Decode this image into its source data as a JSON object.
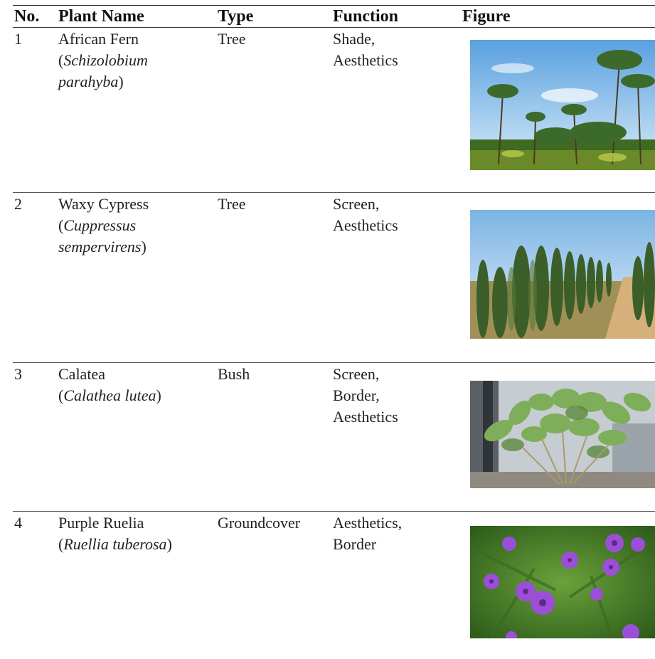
{
  "header": {
    "no": "No.",
    "plant_name": "Plant Name",
    "type": "Type",
    "function": "Function",
    "figure": "Figure"
  },
  "rows": [
    {
      "no": "1",
      "common": "African Fern",
      "sci_line1": "Schizolobium",
      "sci_line2": "parahyba",
      "type": "Tree",
      "function_lines": [
        "Shade,",
        "Aesthetics"
      ],
      "figure_icon": "fern-tree-photo"
    },
    {
      "no": "2",
      "common": "Waxy Cypress",
      "sci_line1": "Cuppressus",
      "sci_line2": "sempervirens",
      "type": "Tree",
      "function_lines": [
        "Screen,",
        "Aesthetics"
      ],
      "figure_icon": "cypress-row-photo"
    },
    {
      "no": "3",
      "common": "Calatea",
      "sci_line1": "Calathea lutea",
      "sci_line2": "",
      "type": "Bush",
      "function_lines": [
        "Screen,",
        "Border,",
        "Aesthetics"
      ],
      "figure_icon": "calathea-bush-photo"
    },
    {
      "no": "4",
      "common": "Purple Ruelia",
      "sci_line1": "Ruellia tuberosa",
      "sci_line2": "",
      "type": "Groundcover",
      "function_lines": [
        "Aesthetics,",
        "Border"
      ],
      "figure_icon": "ruellia-flower-photo"
    }
  ],
  "colors": {
    "sky": "#9cc8ec",
    "foliage_dark": "#2f5a1e",
    "foliage_light": "#7fb04a",
    "cypress": "#3f5e2a",
    "flower": "#9b4fd6",
    "ground": "#c8a070"
  }
}
